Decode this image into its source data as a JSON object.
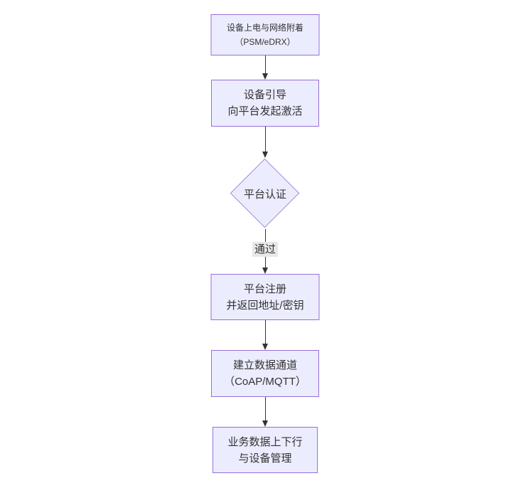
{
  "diagram": {
    "type": "flowchart",
    "direction": "top-down",
    "colors": {
      "node_fill": "#ececff",
      "node_border": "#9370db",
      "text": "#333333",
      "arrow": "#333333",
      "edge_label_bg": "#e8e8e8",
      "background": "#ffffff"
    },
    "nodes": [
      {
        "id": "A",
        "shape": "rect",
        "lines": [
          "设备上电与网络附着",
          "（PSM/eDRX）"
        ]
      },
      {
        "id": "B",
        "shape": "rect",
        "lines": [
          "设备引导",
          "向平台发起激活"
        ]
      },
      {
        "id": "C",
        "shape": "diamond",
        "lines": [
          "平台认证"
        ]
      },
      {
        "id": "D",
        "shape": "rect",
        "lines": [
          "平台注册",
          "并返回地址/密钥"
        ]
      },
      {
        "id": "E",
        "shape": "rect",
        "lines": [
          "建立数据通道",
          "（CoAP/MQTT）"
        ]
      },
      {
        "id": "F",
        "shape": "rect",
        "lines": [
          "业务数据上下行",
          "与设备管理"
        ]
      }
    ],
    "edges": [
      {
        "from": "A",
        "to": "B",
        "label": ""
      },
      {
        "from": "B",
        "to": "C",
        "label": ""
      },
      {
        "from": "C",
        "to": "D",
        "label": "通过"
      },
      {
        "from": "D",
        "to": "E",
        "label": ""
      },
      {
        "from": "E",
        "to": "F",
        "label": ""
      }
    ]
  }
}
